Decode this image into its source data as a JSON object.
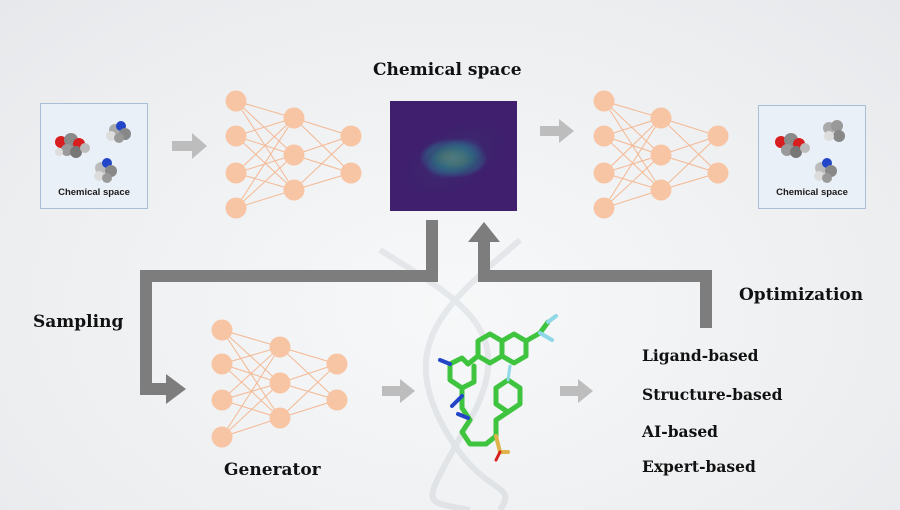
{
  "top_title": "Chemical space",
  "input_box": {
    "label": "Chemical space"
  },
  "output_box": {
    "label": "Chemical space"
  },
  "labels": {
    "sampling": "Sampling",
    "optimization": "Optimization",
    "generator": "Generator"
  },
  "optimization_methods": [
    {
      "label": "Ligand-based"
    },
    {
      "label": "Structure-based"
    },
    {
      "label": "AI-based"
    },
    {
      "label": "Expert-based"
    }
  ],
  "colors": {
    "node": "#f8c5a4",
    "edge": "#f4b893",
    "arrow": "#7d7d7d",
    "small_arrow": "#bdbdbd",
    "box_bg": "#eaf0f7",
    "box_border": "#a9bdd6"
  }
}
